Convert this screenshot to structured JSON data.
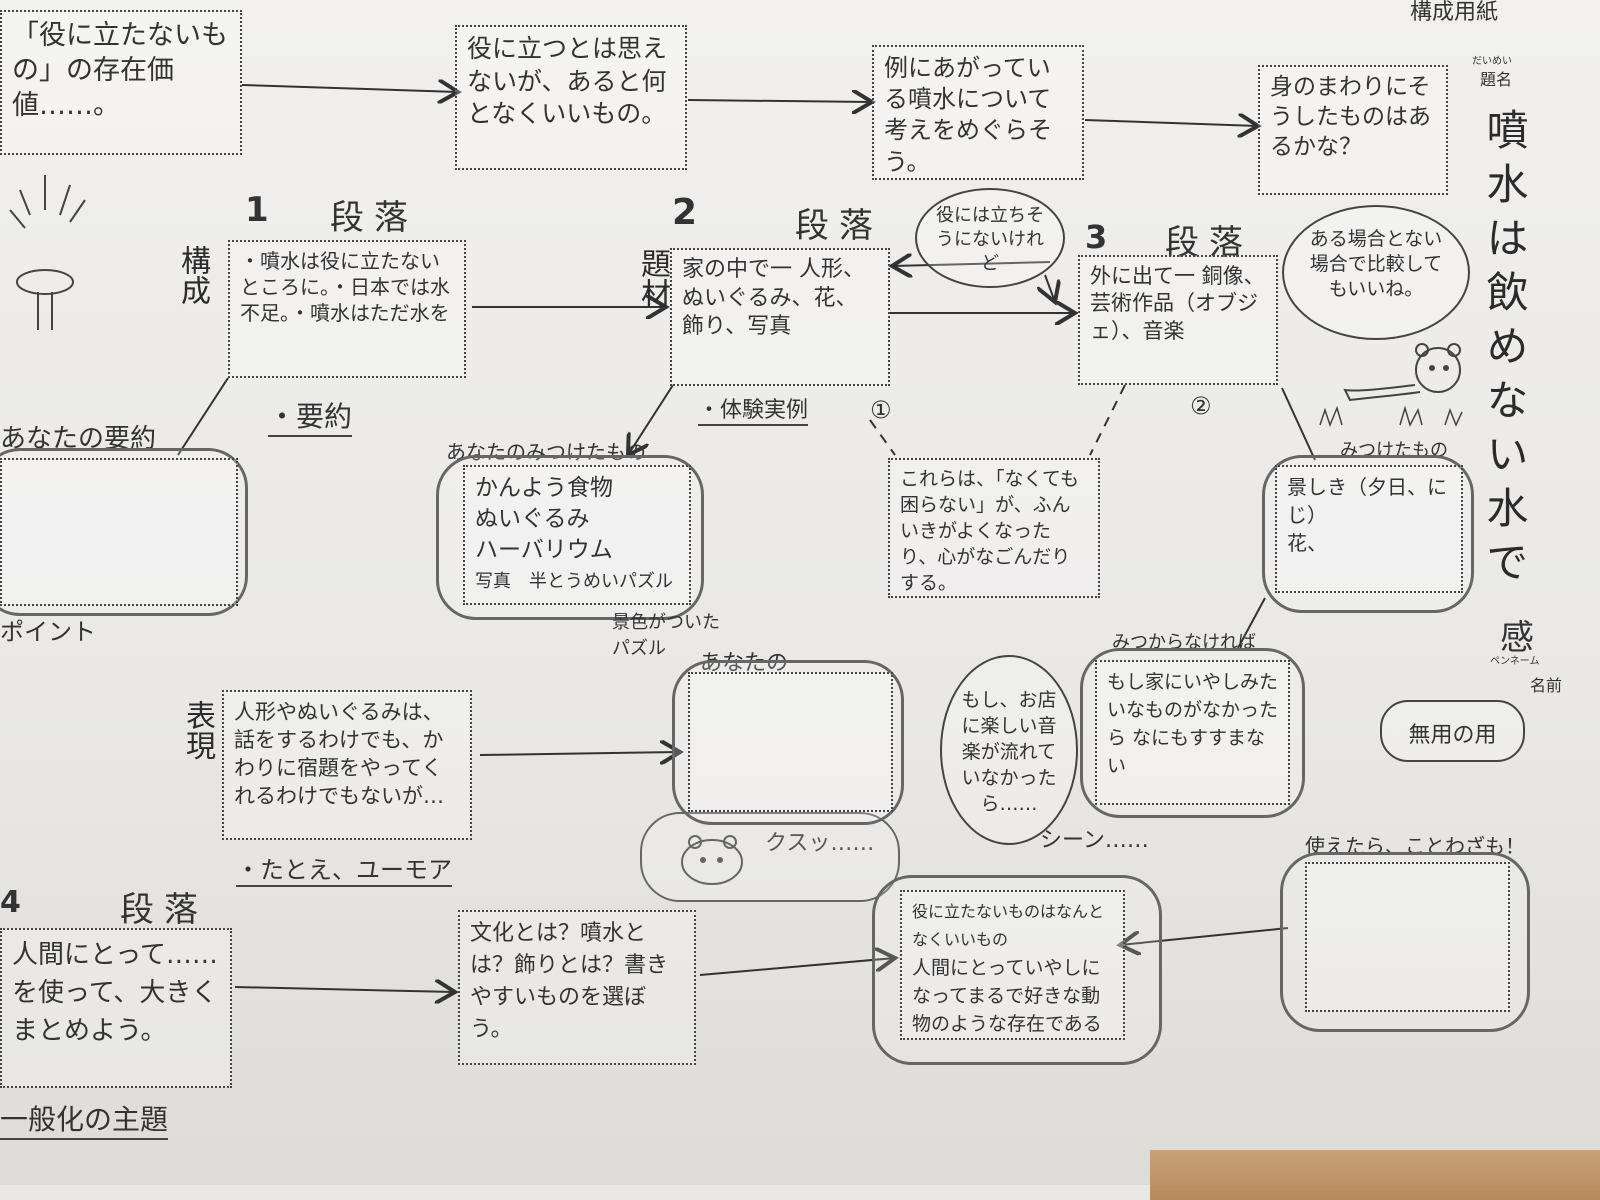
{
  "header": {
    "sheet_title": "構成用紙",
    "title_ruby": "だいめい",
    "title_label": "題名",
    "essay_title": "噴水は飲めない水で",
    "pen_name_char": "感",
    "pen_name_ruby": "ペンネーム",
    "name_label": "名前"
  },
  "top_flow": [
    "「役に立たないもの」の存在価値……。",
    "役に立つとは思えないが、あると何となくいいもの。",
    "例にあがっている噴水について考えをめぐらそう。",
    "身のまわりにそうしたものはあるかな？"
  ],
  "paragraphs": {
    "p1": {
      "num": "1",
      "word": "段落",
      "bracket": "構成",
      "content": "・噴水は役に立たないところに。・日本では水不足。・噴水はただ水を",
      "caption": "・要約",
      "your_label": "あなたの要約",
      "point_label": "ポイント"
    },
    "p2": {
      "num": "2",
      "word": "段落",
      "bracket": "題材",
      "content": "家の中で一 人形、ぬいぐるみ、花、飾り、写真",
      "caption": "・体験実例",
      "circle": "①",
      "found_label": "あなたのみつけたもの",
      "found_items": [
        "かんよう食物",
        "ぬいぐるみ",
        "ハーバリウム",
        "写真　半とうめいパズル"
      ],
      "extra_note": "景色がついたパズル"
    },
    "p3": {
      "num": "3",
      "word": "段落",
      "content": "外に出て一 銅像、芸術作品（オブジェ）、音楽",
      "circle": "②",
      "found_label": "みつけたもの",
      "found_items": [
        "景しき（夕日、にじ）",
        "花、"
      ]
    },
    "p4": {
      "num": "4",
      "word": "段落",
      "content": "人間にとって……を使って、大きくまとめよう。",
      "caption": "一般化の主題"
    }
  },
  "balloons": {
    "useless": "役には立ちそうにないけれど",
    "compare": "ある場合とない場合で比較してもいいね。",
    "muyou": "無用の用",
    "music": "もし、お店に楽しい音楽が流れていなかったら……",
    "kusu": "クスッ……",
    "scene": "シーン……"
  },
  "middle": {
    "effects": "これらは、「なくても困らない」が、ふんいきがよくなったり、心がなごんだりする。",
    "if_not_found": "みつからなければ",
    "if_home": "もし家にいやしみたいなものがなかったら なにもすすまない",
    "your_label": "あなたの"
  },
  "expression": {
    "bracket": "表現",
    "content": "人形やぬいぐるみは、話をするわけでも、かわりに宿題をやってくれるわけでもないが…",
    "caption": "・たとえ、ユーモア"
  },
  "bottom": {
    "culture": "文化とは？噴水とは？飾りとは？書きやすいものを選ぼう。",
    "conclusion_top": "役に立たないものはなんとなくいいもの",
    "conclusion": "人間にとっていやしになってまるで好きな動物のような存在である",
    "use_label": "使えたら、ことわざも！"
  }
}
